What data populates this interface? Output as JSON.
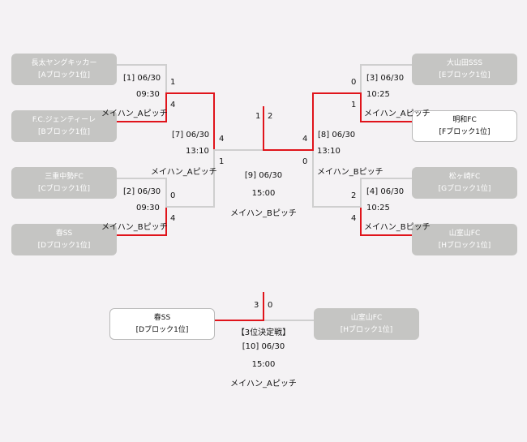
{
  "teams": {
    "A": {
      "name": "長太ヤングキッカー",
      "block": "[Aブロック1位]"
    },
    "B": {
      "name": "F.C.ジェンティーレ",
      "block": "[Bブロック1位]"
    },
    "C": {
      "name": "三重中勢FC",
      "block": "[Cブロック1位]"
    },
    "D": {
      "name": "春SS",
      "block": "[Dブロック1位]"
    },
    "E": {
      "name": "大山田SSS",
      "block": "[Eブロック1位]"
    },
    "F": {
      "name": "明和FC",
      "block": "[Fブロック1位]"
    },
    "G": {
      "name": "松ヶ崎FC",
      "block": "[Gブロック1位]"
    },
    "H": {
      "name": "山室山FC",
      "block": "[Hブロック1位]"
    },
    "D3": {
      "name": "春SS",
      "block": "[Dブロック1位]"
    },
    "H3": {
      "name": "山室山FC",
      "block": "[Hブロック1位]"
    }
  },
  "matches": {
    "m1": {
      "id": "[1] 06/30",
      "time": "09:30",
      "venue": "メイハン_Aピッチ",
      "score_top": "1",
      "score_bottom": "4"
    },
    "m2": {
      "id": "[2] 06/30",
      "time": "09:30",
      "venue": "メイハン_Bピッチ",
      "score_top": "0",
      "score_bottom": "4"
    },
    "m3": {
      "id": "[3] 06/30",
      "time": "10:25",
      "venue": "メイハン_Aピッチ",
      "score_top": "0",
      "score_bottom": "1"
    },
    "m4": {
      "id": "[4] 06/30",
      "time": "10:25",
      "venue": "メイハン_Bピッチ",
      "score_top": "2",
      "score_bottom": "4"
    },
    "m7": {
      "id": "[7] 06/30",
      "time": "13:10",
      "venue": "メイハン_Aピッチ",
      "score_top": "4",
      "score_bottom": "1"
    },
    "m8": {
      "id": "[8] 06/30",
      "time": "13:10",
      "venue": "メイハン_Bピッチ",
      "score_top": "4",
      "score_bottom": "0"
    },
    "m9": {
      "id": "[9] 06/30",
      "time": "15:00",
      "venue": "メイハン_Bピッチ",
      "score_left": "1",
      "score_right": "2"
    },
    "m10": {
      "title": "【3位決定戦】",
      "id": "[10] 06/30",
      "time": "15:00",
      "venue": "メイハン_Aピッチ",
      "score_left": "3",
      "score_right": "0"
    }
  }
}
